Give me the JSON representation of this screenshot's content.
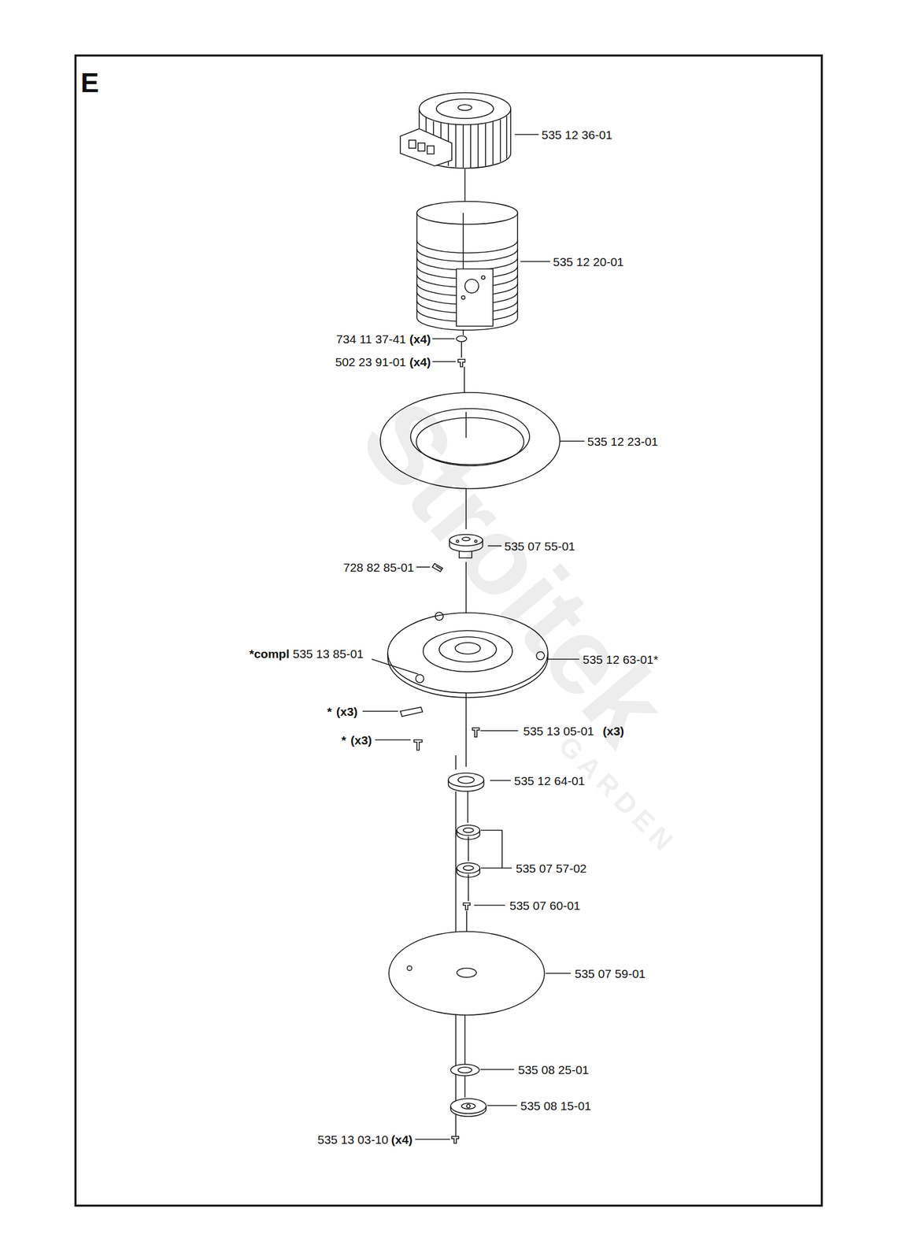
{
  "diagram": {
    "title": "E",
    "labels": [
      "535 12 36-01",
      "535 12 20-01",
      "734 11 37-41",
      "(x4)",
      "502 23 91-01",
      "(x4)",
      "535 12 23-01",
      "535 07 55-01",
      "728 82 85-01",
      "*compl",
      "535 13 85-01",
      "535 12 63-01*",
      "*",
      "(x3)",
      "*",
      "(x3)",
      "535 13 05-01",
      "(x3)",
      "535 12 64-01",
      "535 07 57-02",
      "535 07 60-01",
      "535 07 59-01",
      "535 08 25-01",
      "535 08 15-01",
      "535 13 03-10",
      "(x4)",
      "Stroitek",
      "GARDEN"
    ]
  }
}
